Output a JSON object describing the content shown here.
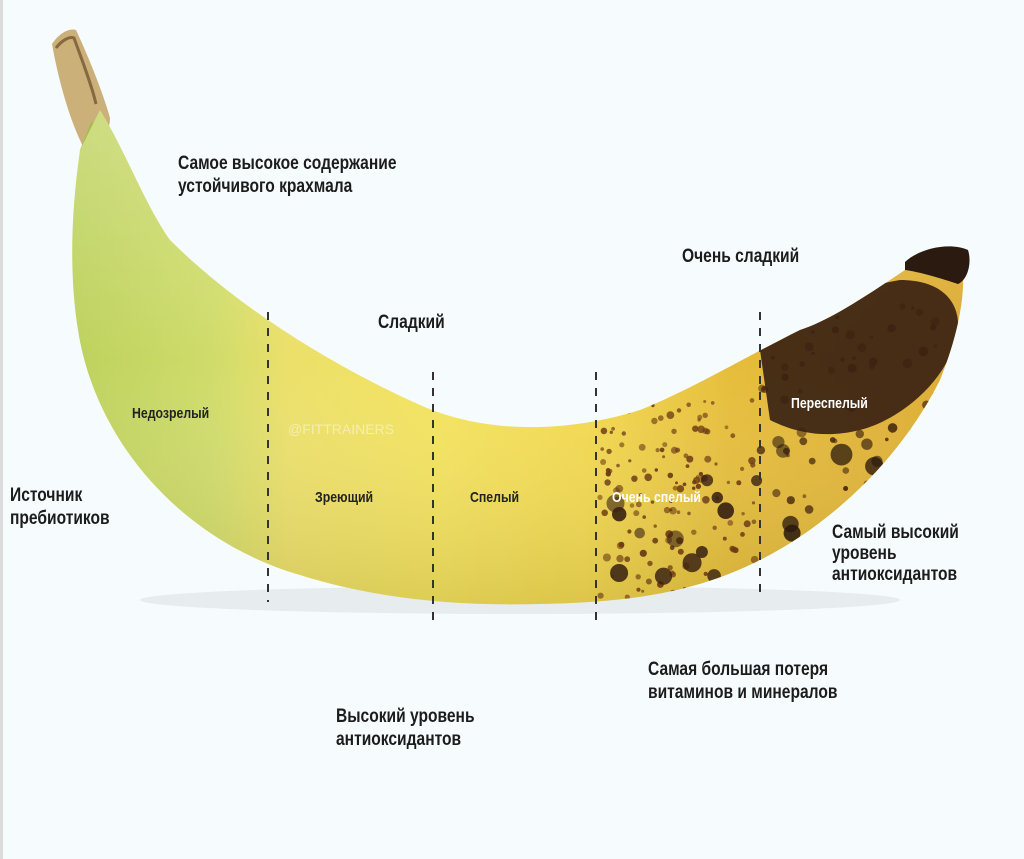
{
  "annotations": {
    "resistant_starch": [
      "Самое высокое содержание",
      "устойчивого крахмала"
    ],
    "prebiotic_source": [
      "Источник",
      "пребиотиков"
    ],
    "sweet": "Сладкий",
    "very_sweet": "Очень сладкий",
    "high_antioxidants": [
      "Высокий уровень",
      "антиоксидантов"
    ],
    "vitamin_loss": [
      "Самая большая потеря",
      "витаминов и минералов"
    ],
    "highest_antioxidants": [
      "Самый высокий",
      "уровень",
      "антиоксидантов"
    ]
  },
  "stages": {
    "unripe": "Недозрелый",
    "ripening": "Зреющий",
    "ripe": "Спелый",
    "very_ripe": "Очень спелый",
    "overripe": "Переспелый"
  },
  "watermark": "@FITTRAINERS",
  "colors": {
    "background": "#f6fbfd",
    "unripe": "#c9d96a",
    "ripening": "#f0e46a",
    "ripe": "#f5de52",
    "very_ripe": "#e8be3c",
    "overripe_spot": "#3a2212",
    "text": "#1c1c1c"
  }
}
